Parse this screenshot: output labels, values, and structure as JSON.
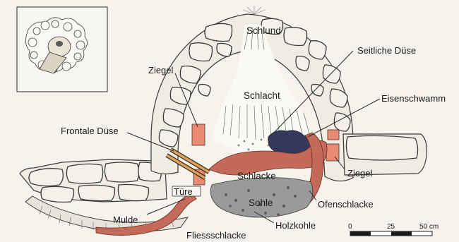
{
  "labels": {
    "schlund": "Schlund",
    "seitliche_duese": "Seitliche Düse",
    "ziegel_left": "Ziegel",
    "schlacht": "Schlacht",
    "eisenschwamm": "Eisenschwamm",
    "frontale_duese": "Frontale Düse",
    "schlacke": "Schlacke",
    "tuere": "Türe",
    "ziegel_right": "Ziegel",
    "sohle": "Sohle",
    "ofenschlacke": "Ofenschlacke",
    "mulde": "Mulde",
    "holzkohle": "Holzkohle",
    "fliessschlacke": "Fliessschlacke"
  },
  "scale_bar": {
    "ticks": [
      "0",
      "25",
      "50 cm"
    ]
  },
  "colors": {
    "brick": "#e98a72",
    "slag": "#c46a5a",
    "iron_sponge": "#34395c",
    "charcoal_floor": "#9a9a9a",
    "nozzle": "#d9a35e"
  }
}
